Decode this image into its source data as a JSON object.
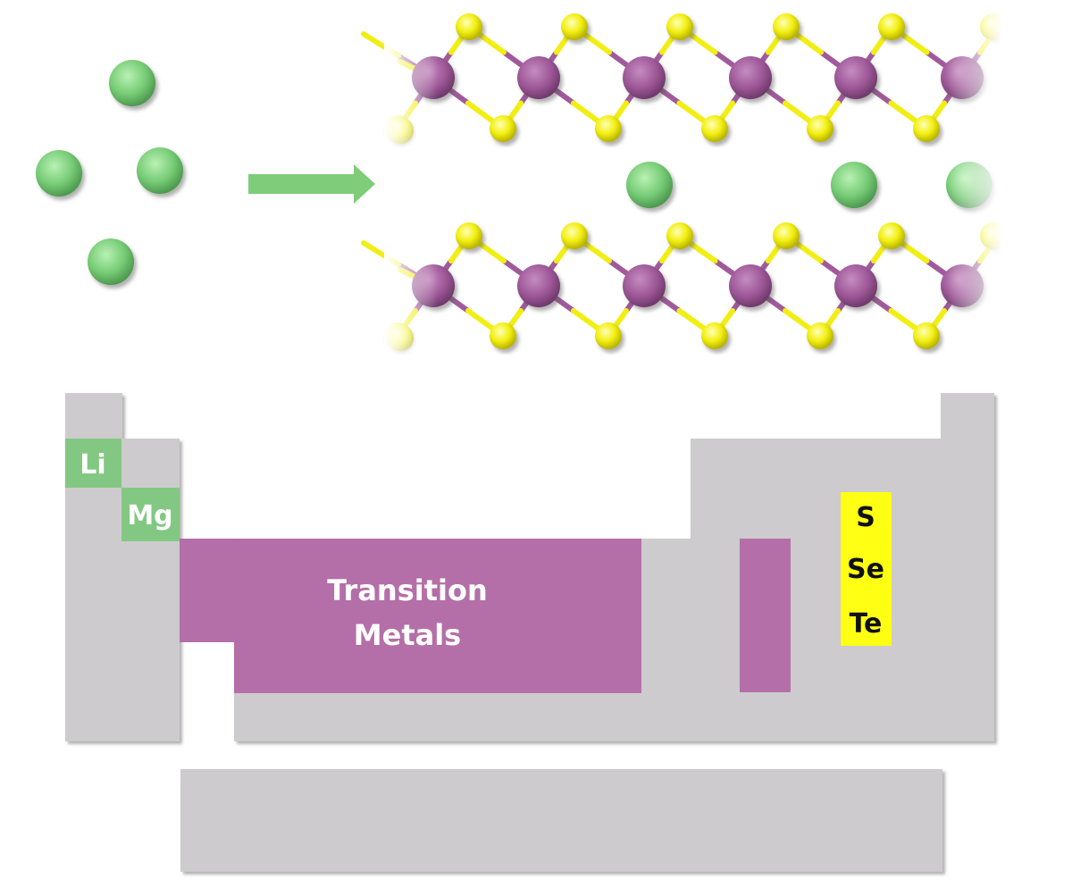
{
  "elements": {
    "li": "Li",
    "mg": "Mg",
    "chalcogens": [
      "S",
      "Se",
      "Te"
    ]
  },
  "block": {
    "line1": "Transition",
    "line2": "Metals"
  },
  "colors": {
    "alkali_green": "#82c882",
    "ion_green": "#72c872",
    "transition_purple": "#b46fa8",
    "atom_purple": "#a05a9b",
    "chalcogen_yellow": "#ffff14",
    "table_gray": "#cdcbcd",
    "shadow_gray": "#9a989a"
  },
  "icons": {
    "arrow": "right-arrow-icon"
  }
}
